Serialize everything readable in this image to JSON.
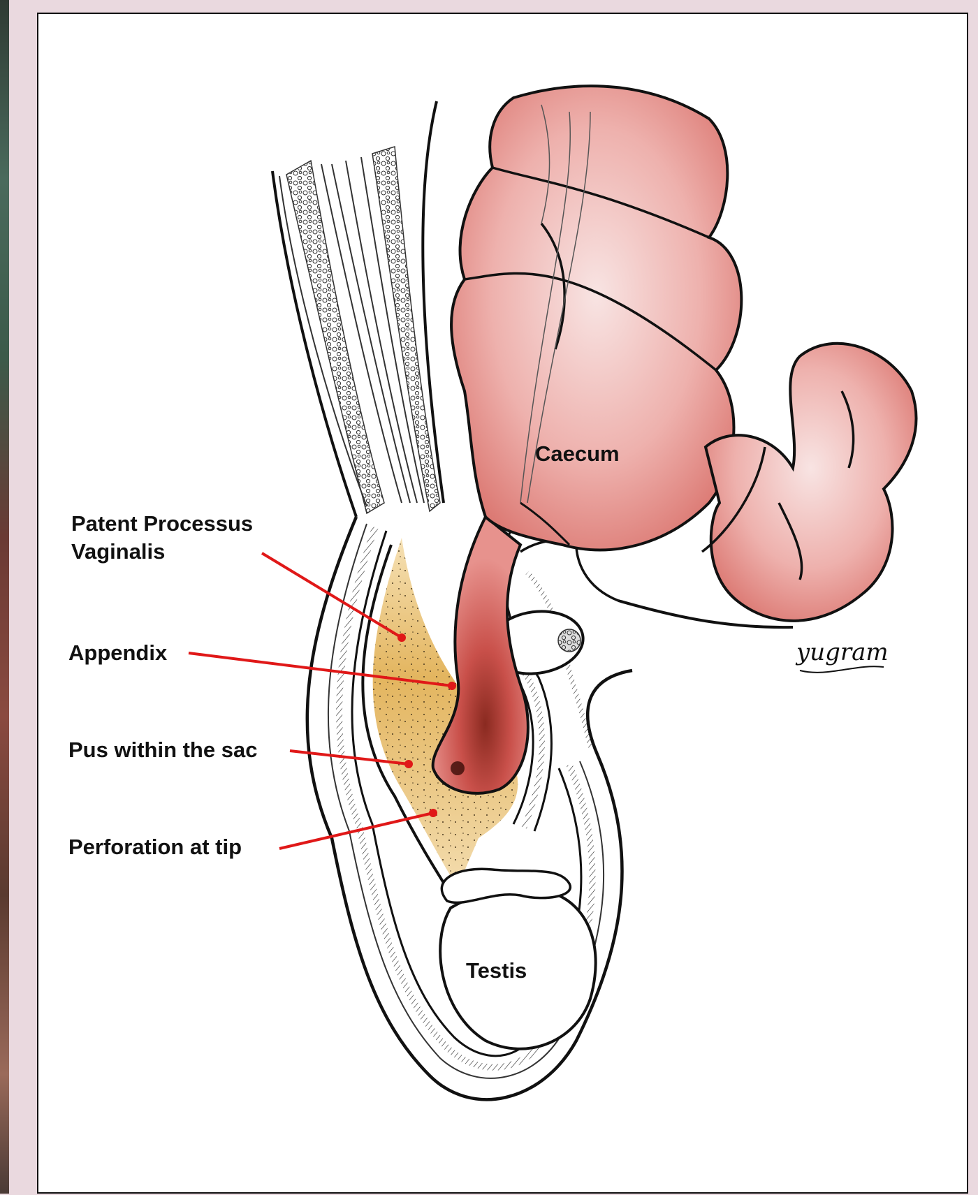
{
  "labels": {
    "patent_processus_line1": "Patent Processus",
    "patent_processus_line2": "Vaginalis",
    "appendix": "Appendix",
    "pus": "Pus within the sac",
    "perforation": "Perforation at tip",
    "caecum": "Caecum",
    "testis": "Testis"
  },
  "signature": "yugram",
  "colors": {
    "background": "#ead9df",
    "panel": "#ffffff",
    "bowel": "#e9a3a0",
    "bowel_dark": "#d9706c",
    "pus": "#e3b55f",
    "pointer": "#e01818",
    "ink": "#111111"
  }
}
